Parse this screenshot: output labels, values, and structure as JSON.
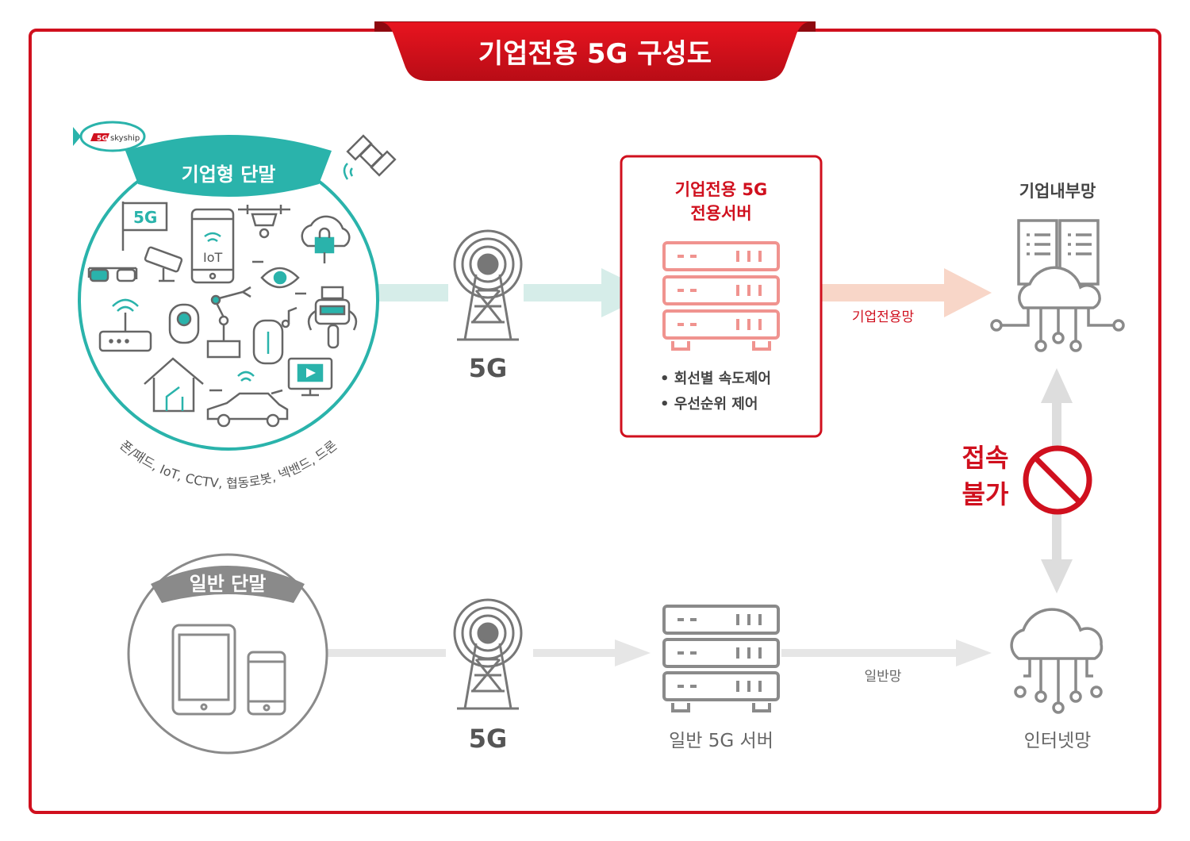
{
  "title": "기업전용 5G 구성도",
  "colors": {
    "red": "#d0101e",
    "teal": "#2ab3ab",
    "teal_light": "#d6ede9",
    "salmon": "#f0938f",
    "peach": "#f8d6c8",
    "gray": "#8a8a8a",
    "gray_light": "#e6e6e6",
    "text_dark": "#333333"
  },
  "enterprise_devices": {
    "heading": "기업형 단말",
    "caption": "폰/패드, IoT, CCTV, 협동로봇, 넥밴드, 드론",
    "airship_label": "5G skyship",
    "flag_label": "5G",
    "iot_label": "IoT",
    "icons": [
      "airship-icon",
      "satellite-icon",
      "flag-icon",
      "phone-icon",
      "drone-icon",
      "cloud-lock-icon",
      "smart-glasses-icon",
      "cctv-icon",
      "eye-icon",
      "router-icon",
      "camera-icon",
      "robot-arm-icon",
      "speaker-icon",
      "music-note-icon",
      "robot-icon",
      "smart-home-icon",
      "car-icon",
      "monitor-icon"
    ]
  },
  "general_devices": {
    "heading": "일반 단말",
    "icons": [
      "tablet-icon",
      "smartphone-icon"
    ]
  },
  "tower_top_label": "5G",
  "tower_bottom_label": "5G",
  "enterprise_server": {
    "title_line1": "기업전용 5G",
    "title_line2": "전용서버",
    "features": [
      "• 회선별 속도제어",
      "• 우선순위 제어"
    ]
  },
  "internal_network_label": "기업내부망",
  "enterprise_link_label": "기업전용망",
  "general_server_label": "일반 5G 서버",
  "general_link_label": "일반망",
  "internet_label": "인터넷망",
  "blocked_line1": "접속",
  "blocked_line2": "불가"
}
